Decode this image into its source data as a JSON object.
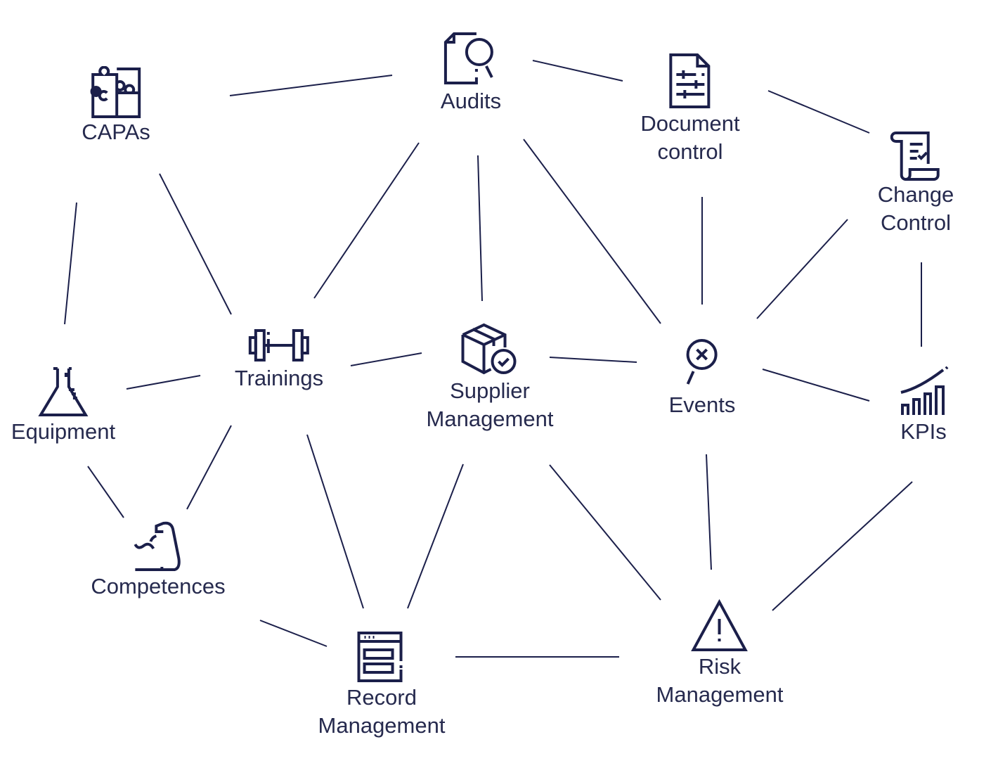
{
  "nodes": {
    "audits": {
      "label": "Audits",
      "icon": "document-search-icon"
    },
    "capas": {
      "label": "CAPAs",
      "icon": "puzzle-icon"
    },
    "document_control": {
      "line1": "Document",
      "line2": "control",
      "icon": "document-settings-icon"
    },
    "change_control": {
      "line1": "Change",
      "line2": "Control",
      "icon": "scroll-check-icon"
    },
    "trainings": {
      "label": "Trainings",
      "icon": "dumbbell-icon"
    },
    "supplier_management": {
      "line1": "Supplier",
      "line2": "Management",
      "icon": "package-check-icon"
    },
    "events": {
      "label": "Events",
      "icon": "search-x-icon"
    },
    "kpis": {
      "label": "KPIs",
      "icon": "bar-chart-trend-icon"
    },
    "equipment": {
      "label": "Equipment",
      "icon": "flask-icon"
    },
    "competences": {
      "label": "Competences",
      "icon": "flexed-arm-icon"
    },
    "record_management": {
      "line1": "Record",
      "line2": "Management",
      "icon": "browser-window-icon"
    },
    "risk_management": {
      "line1": "Risk",
      "line2": "Management",
      "icon": "warning-triangle-icon"
    }
  },
  "colors": {
    "line": "#1b1f4a",
    "text": "#262a4e"
  }
}
